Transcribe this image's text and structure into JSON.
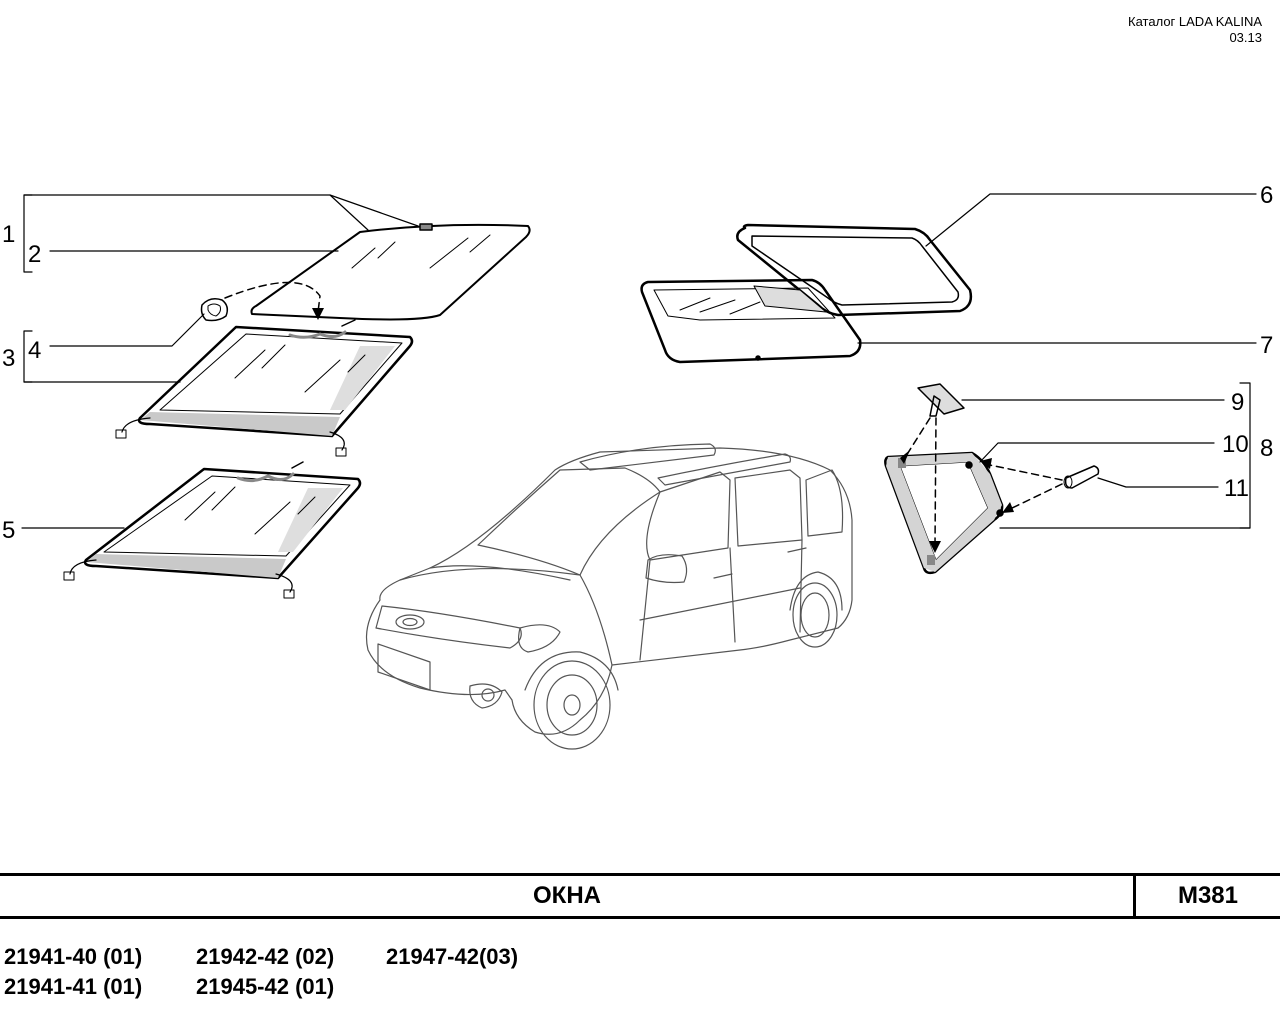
{
  "header": {
    "catalog_line": "Каталог LADA KALINA",
    "date_line": "03.13"
  },
  "callouts": [
    "1",
    "2",
    "3",
    "4",
    "5",
    "6",
    "7",
    "8",
    "9",
    "10",
    "11"
  ],
  "title": {
    "name": "ОКНА",
    "code": "M381"
  },
  "models": [
    "21941-40 (01)",
    "21941-41 (01)",
    "21942-42 (02)",
    "21945-42 (01)",
    "21947-42(03)"
  ]
}
